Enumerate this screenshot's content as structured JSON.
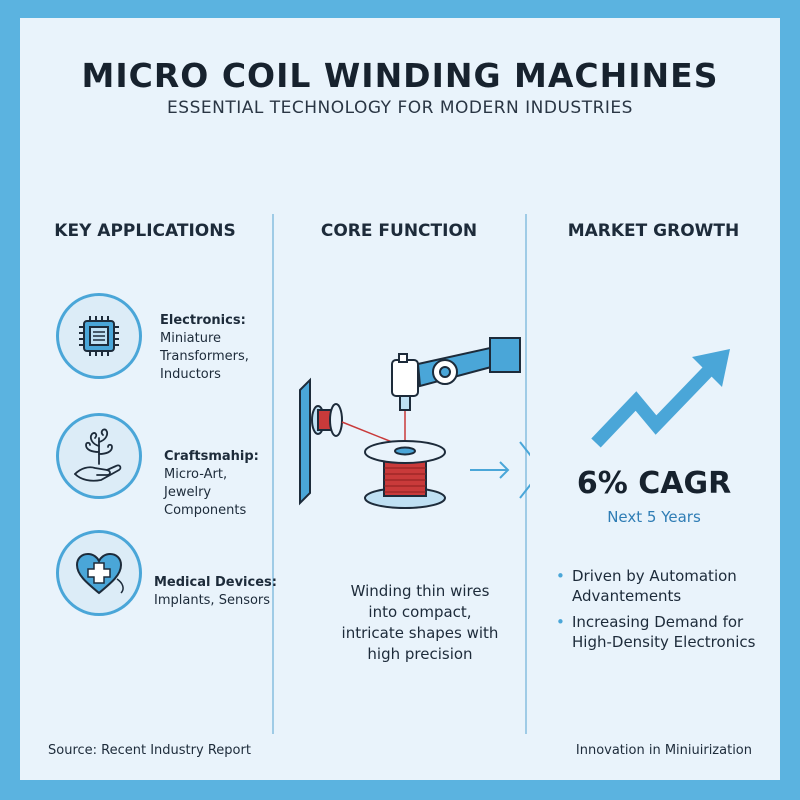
{
  "header": {
    "title": "MICRO COIL WINDING MACHINES",
    "subtitle": "ESSENTIAL TECHNOLOGY FOR MODERN INDUSTRIES"
  },
  "columns": {
    "applications": {
      "heading": "KEY APPLICATIONS",
      "items": [
        {
          "title": "Electronics:",
          "lines": [
            "Miniature",
            "Transformers,",
            "Inductors"
          ],
          "icon": "chip-icon"
        },
        {
          "title": "Craftsmahip:",
          "lines": [
            "Micro-Art,",
            "Jewelry",
            "Components"
          ],
          "icon": "hand-art-icon"
        },
        {
          "title": "Medical Devices:",
          "lines": [
            "Implants, Sensors"
          ],
          "icon": "medical-heart-icon"
        }
      ]
    },
    "core": {
      "heading": "CORE FUNCTION",
      "description": [
        "Winding thin wires",
        "into compact,",
        "intricate shapes with",
        "high precision"
      ]
    },
    "market": {
      "heading": "MARKET GROWTH",
      "cagr": "6% CAGR",
      "period": "Next 5 Years",
      "bullets": [
        "Driven by Automation Advantements",
        "Increasing Demand for High-Density Electronics"
      ]
    }
  },
  "footer": {
    "source": "Source: Recent Industry Report",
    "tagline": "Innovation in Miniuirization"
  },
  "colors": {
    "border": "#5bb3e0",
    "background": "#e9f3fb",
    "accent": "#4aa6d8",
    "wire": "#c93a3a"
  }
}
